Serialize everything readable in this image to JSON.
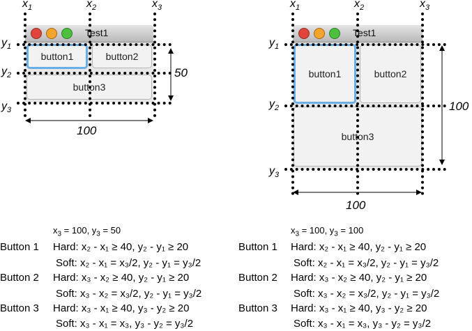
{
  "panels": [
    {
      "window_title": "Test1",
      "buttons": [
        "button1",
        "button2",
        "button3"
      ],
      "x_labels": [
        "x",
        "x",
        "x"
      ],
      "x_subs": [
        "1",
        "2",
        "3"
      ],
      "y_labels": [
        "y",
        "y",
        "y"
      ],
      "y_subs": [
        "1",
        "2",
        "3"
      ],
      "width_label": "100",
      "height_label": "50",
      "constants": {
        "pre": "x",
        "sub3": "3",
        "mid": " = 100, y",
        "sub3b": "3",
        "post": " = 50"
      },
      "rows": [
        {
          "name": "Button 1",
          "hard": "x₂ - x₁ ≥ 40, y₂ - y₁ ≥ 20",
          "soft": "x₂ - x₁ = x₃/2, y₂ - y₁ = y₃/2"
        },
        {
          "name": "Button 2",
          "hard": "x₃ - x₂ ≥ 40, y₂ - y₁ ≥ 20",
          "soft": "x₃ - x₂ = x₃/2, y₂ - y₁ = y₃/2"
        },
        {
          "name": "Button 3",
          "hard": "x₃ - x₁ ≥ 40, y₃ - y₂ ≥ 20",
          "soft": "x₃ - x₁ = x₃, y₃ - y₂ = y₃/2"
        }
      ]
    },
    {
      "window_title": "Test1",
      "buttons": [
        "button1",
        "button2",
        "button3"
      ],
      "x_labels": [
        "x",
        "x",
        "x"
      ],
      "x_subs": [
        "1",
        "2",
        "3"
      ],
      "y_labels": [
        "y",
        "y",
        "y"
      ],
      "y_subs": [
        "1",
        "2",
        "3"
      ],
      "width_label": "100",
      "height_label": "100",
      "constants": {
        "pre": "x",
        "sub3": "3",
        "mid": " = 100, y",
        "sub3b": "3",
        "post": " = 100"
      },
      "rows": [
        {
          "name": "Button 1",
          "hard": "x₂ - x₁ ≥ 40, y₂ - y₁ ≥ 20",
          "soft": "x₂ - x₁ = x₃/2, y₂ - y₁ = y₃/2"
        },
        {
          "name": "Button 2",
          "hard": "x₃ - x₂ ≥ 40, y₂ - y₁ ≥ 20",
          "soft": "x₃ - x₂ = x₃/2, y₂ - y₁ = y₃/2"
        },
        {
          "name": "Button 3",
          "hard": "x₃ - x₁ ≥ 40, y₃ - y₂ ≥ 20",
          "soft": "x₃ - x₁ = x₃, y₃ - y₂ = y₃/2"
        }
      ]
    }
  ],
  "labels": {
    "hard": "Hard: ",
    "soft": "Soft: "
  },
  "colors": {
    "close": "#e0443a",
    "minimize": "#f2a52a",
    "zoom": "#4cbf3f",
    "focus_ring": "#6aaee6"
  }
}
